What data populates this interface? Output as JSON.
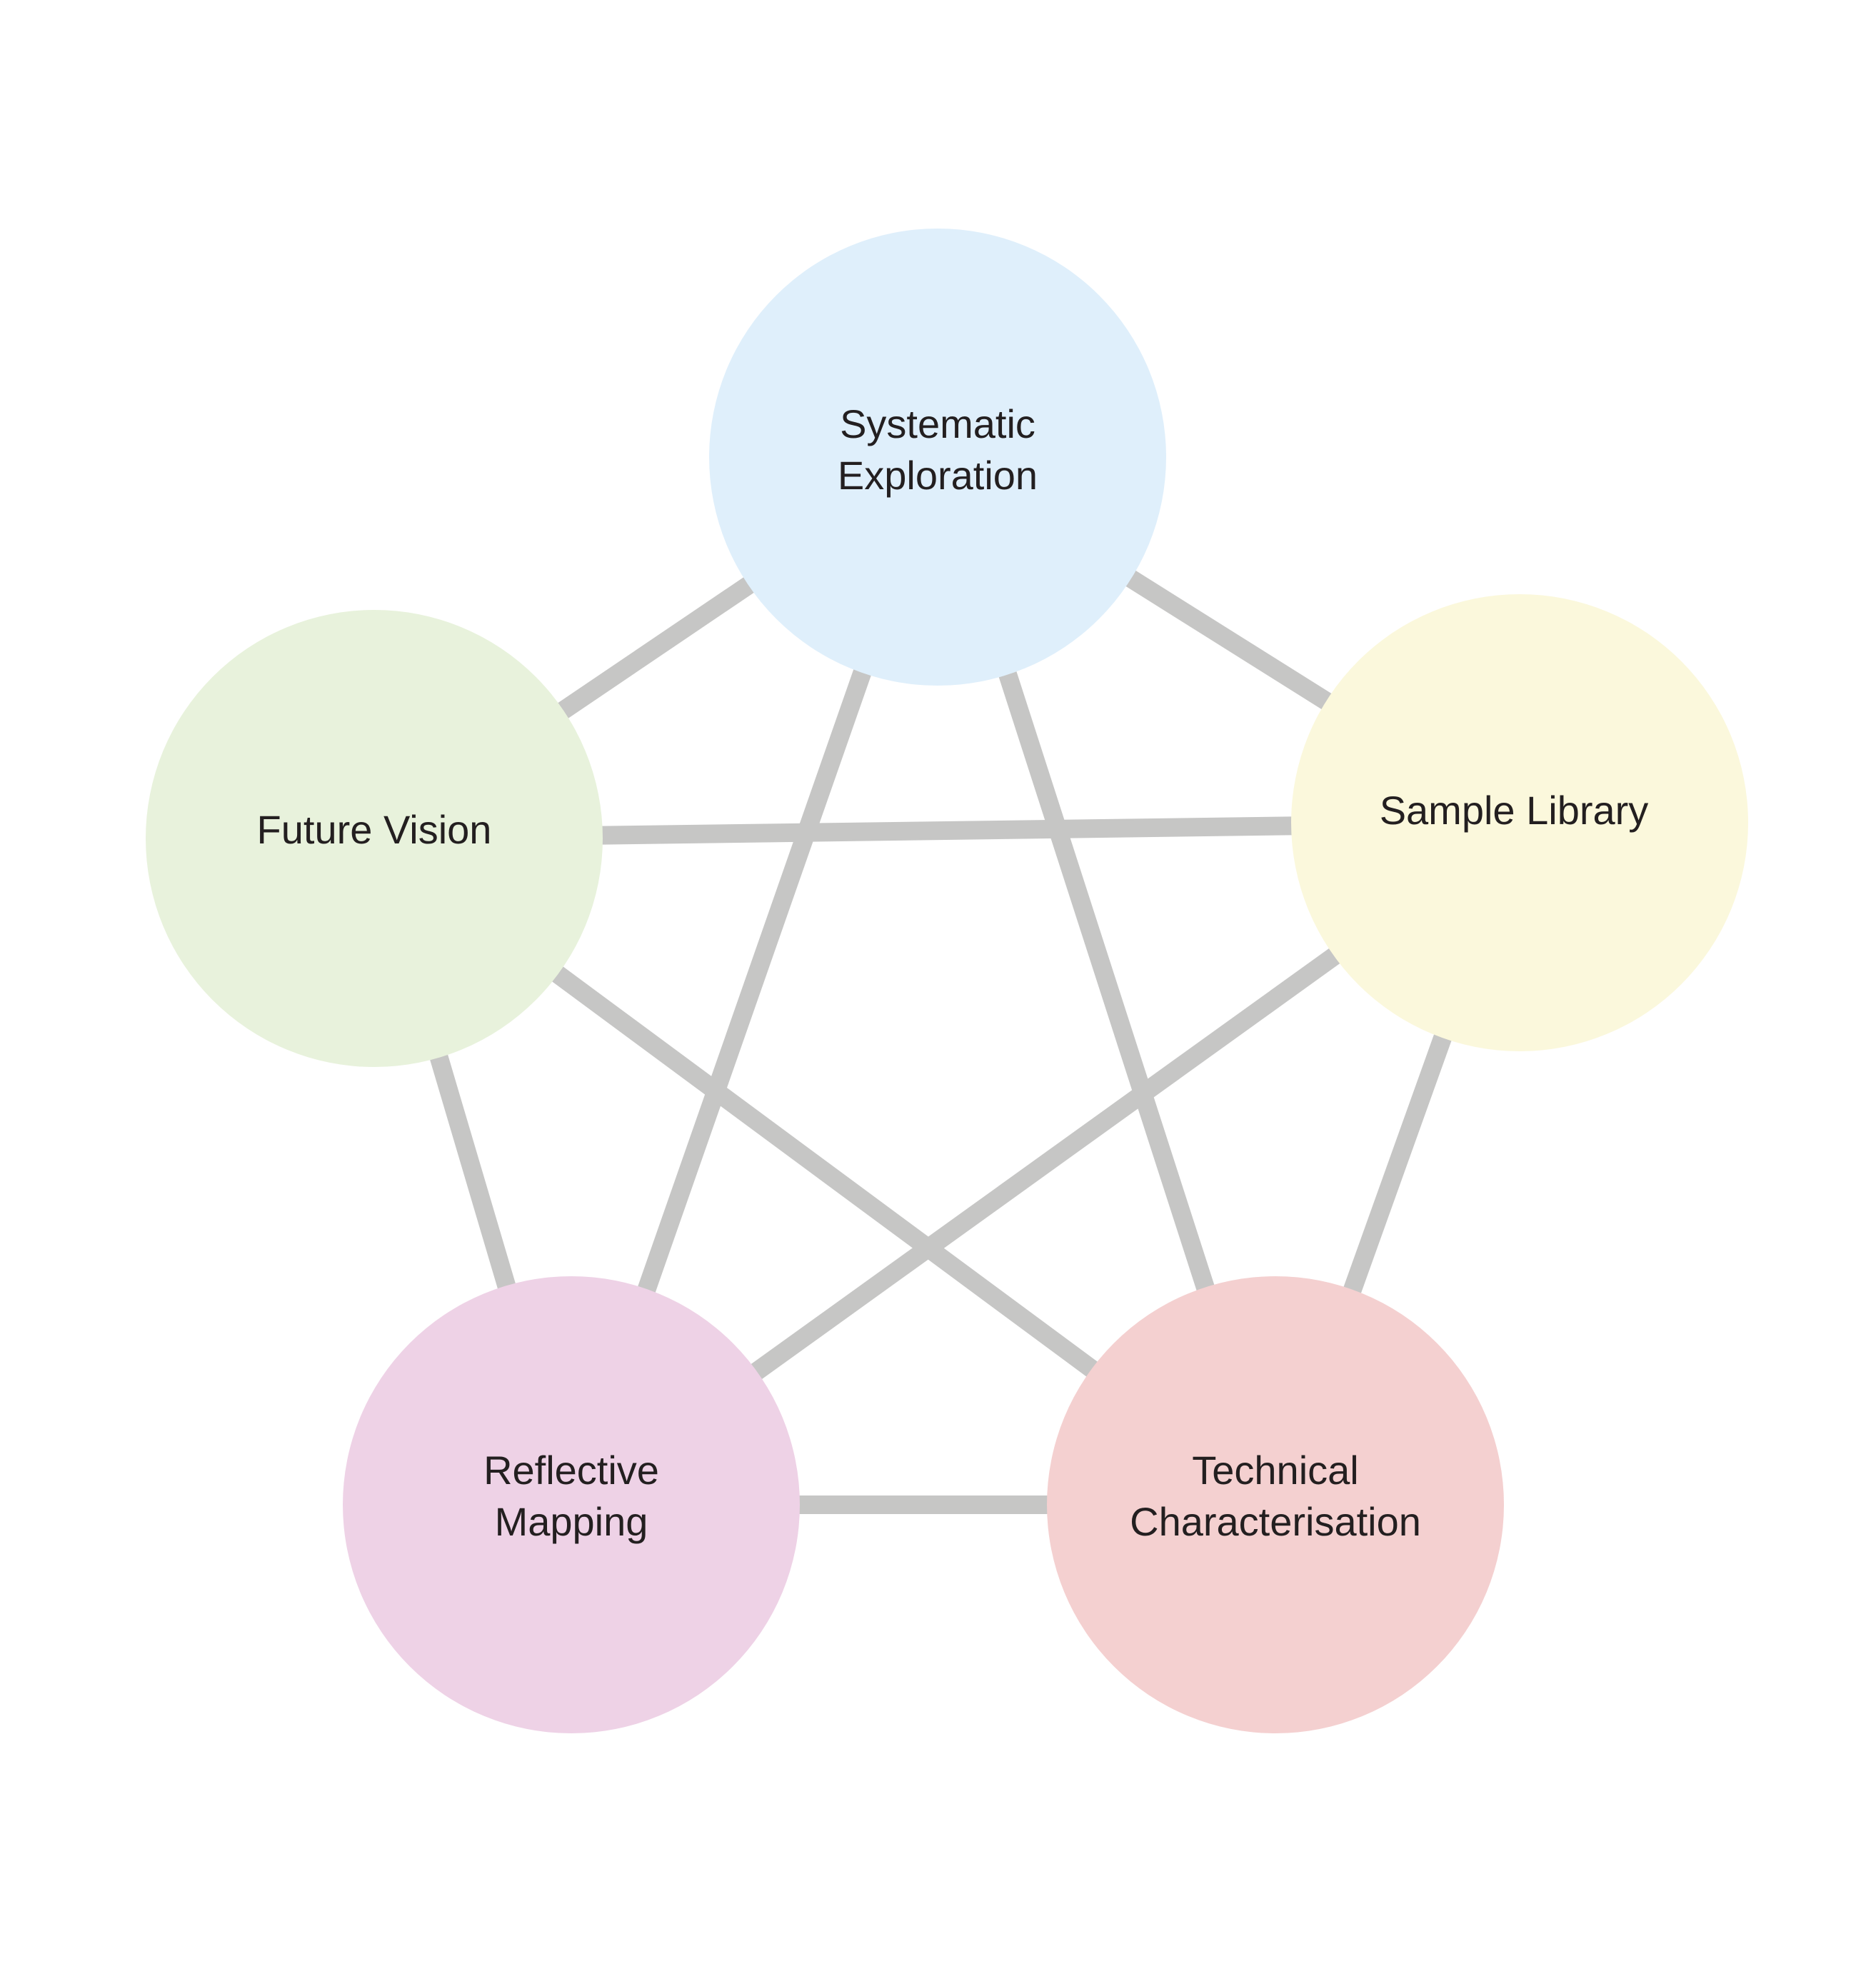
{
  "diagram": {
    "type": "complete-graph-pentagon",
    "edge_color": "#c6c6c5",
    "nodes": [
      {
        "id": "systematic",
        "lines": [
          "Systematic",
          "Exploration"
        ],
        "color": "#dfeffb"
      },
      {
        "id": "sample",
        "lines": [
          "Sample Library"
        ],
        "color": "#fbf8dc"
      },
      {
        "id": "technical",
        "lines": [
          "Technical",
          "Characterisation"
        ],
        "color": "#f4d0d0"
      },
      {
        "id": "reflective",
        "lines": [
          "Reflective",
          "Mapping"
        ],
        "color": "#eed2e6"
      },
      {
        "id": "future",
        "lines": [
          "Future Vision"
        ],
        "color": "#e8f2dc"
      }
    ],
    "edges": [
      [
        "systematic",
        "sample"
      ],
      [
        "systematic",
        "technical"
      ],
      [
        "systematic",
        "reflective"
      ],
      [
        "systematic",
        "future"
      ],
      [
        "sample",
        "technical"
      ],
      [
        "sample",
        "reflective"
      ],
      [
        "sample",
        "future"
      ],
      [
        "technical",
        "reflective"
      ],
      [
        "technical",
        "future"
      ],
      [
        "reflective",
        "future"
      ]
    ]
  }
}
